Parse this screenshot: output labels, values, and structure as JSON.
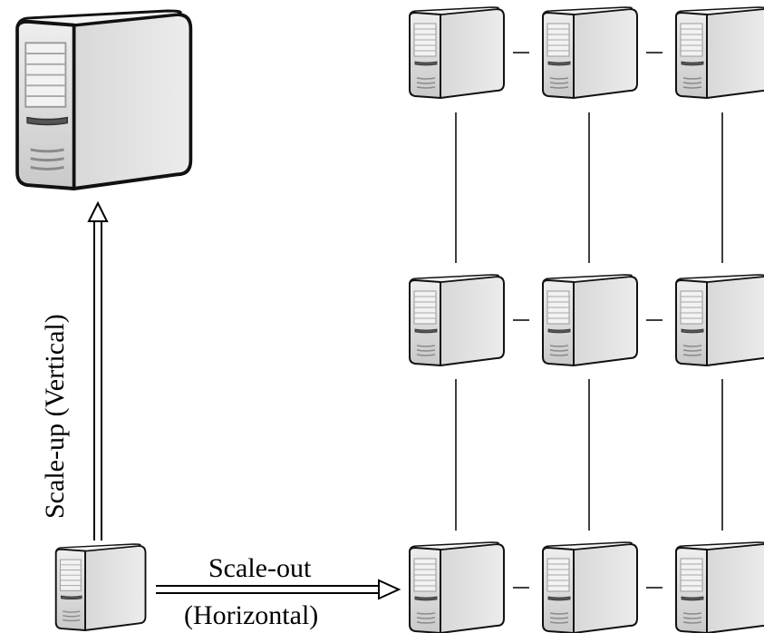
{
  "labels": {
    "scale_up": "Scale-up (Vertical)",
    "scale_out_line1": "Scale-out",
    "scale_out_line2": "(Horizontal)"
  },
  "icons": {
    "server": "server-icon",
    "large_server": "large-server-icon"
  },
  "colors": {
    "server_front": "#e2e2e2",
    "server_side": "#cfcfcf",
    "server_top": "#f4f4f4",
    "line": "#000000"
  }
}
